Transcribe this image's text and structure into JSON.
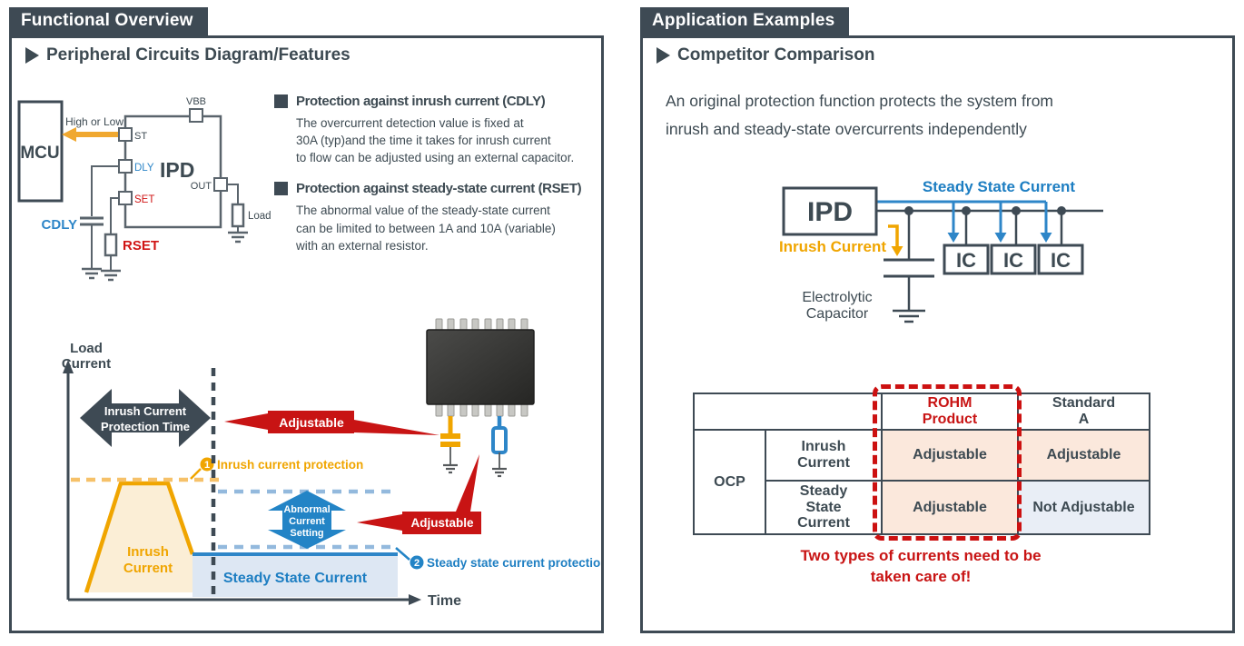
{
  "colors": {
    "slate": "#3e4a54",
    "orange": "#f0a500",
    "orange_light": "#f6c169",
    "blue": "#2e86c8",
    "blue_dashed": "#93b9dd",
    "red": "#c81414",
    "table_peach": "#fbe8dc",
    "table_lightblue": "#e9eef6"
  },
  "left": {
    "tab": "Functional Overview",
    "heading": "Peripheral Circuits Diagram/Features",
    "circuit": {
      "mcu": "MCU",
      "ipd": "IPD",
      "high_or_low": "High or Low",
      "vbb": "VBB",
      "st": "ST",
      "dly": "DLY",
      "set": "SET",
      "out": "OUT",
      "cdly": "CDLY",
      "rset": "RSET",
      "load": "Load"
    },
    "features": [
      {
        "title": "Protection against inrush current (CDLY)",
        "lines": [
          "The overcurrent detection value is fixed at",
          "30A (typ)and the time it takes for inrush current",
          "to flow can be adjusted using an external capacitor."
        ]
      },
      {
        "title": "Protection against steady-state current (RSET)",
        "lines": [
          "The abnormal value of the steady-state current",
          "can be limited to between 1A and 10A (variable)",
          "with an external resistor."
        ]
      }
    ],
    "graph": {
      "y_axis": [
        "Load",
        "Current"
      ],
      "x_axis": "Time",
      "protection_arrow": [
        "Inrush Current",
        "Protection Time"
      ],
      "adjustable1": "Adjustable",
      "adjustable2": "Adjustable",
      "note1_num": "1",
      "note1": "Inrush current protection",
      "note2_num": "2",
      "note2": "Steady state current protection",
      "inrush": [
        "Inrush",
        "Current"
      ],
      "steady": "Steady State Current",
      "abnormal": [
        "Abnormal",
        "Current",
        "Setting"
      ]
    }
  },
  "right": {
    "tab": "Application Examples",
    "heading": "Competitor Comparison",
    "intro": [
      "An original protection function protects the system from",
      "inrush and steady-state overcurrents independently"
    ],
    "diagram": {
      "ipd": "IPD",
      "steady": "Steady State Current",
      "inrush": "Inrush Current",
      "ic": "IC",
      "cap": [
        "Electrolytic",
        "Capacitor"
      ]
    },
    "table": {
      "headers": {
        "rohm": [
          "ROHM",
          "Product"
        ],
        "standard": [
          "Standard",
          "A"
        ]
      },
      "group": "OCP",
      "rows": [
        {
          "label": [
            "Inrush",
            "Current"
          ],
          "rohm": "Adjustable",
          "standard": "Adjustable"
        },
        {
          "label": [
            "Steady",
            "State",
            "Current"
          ],
          "rohm": "Adjustable",
          "standard": "Not Adjustable"
        }
      ]
    },
    "caption": [
      "Two types of currents need to be",
      "taken care of!"
    ]
  }
}
